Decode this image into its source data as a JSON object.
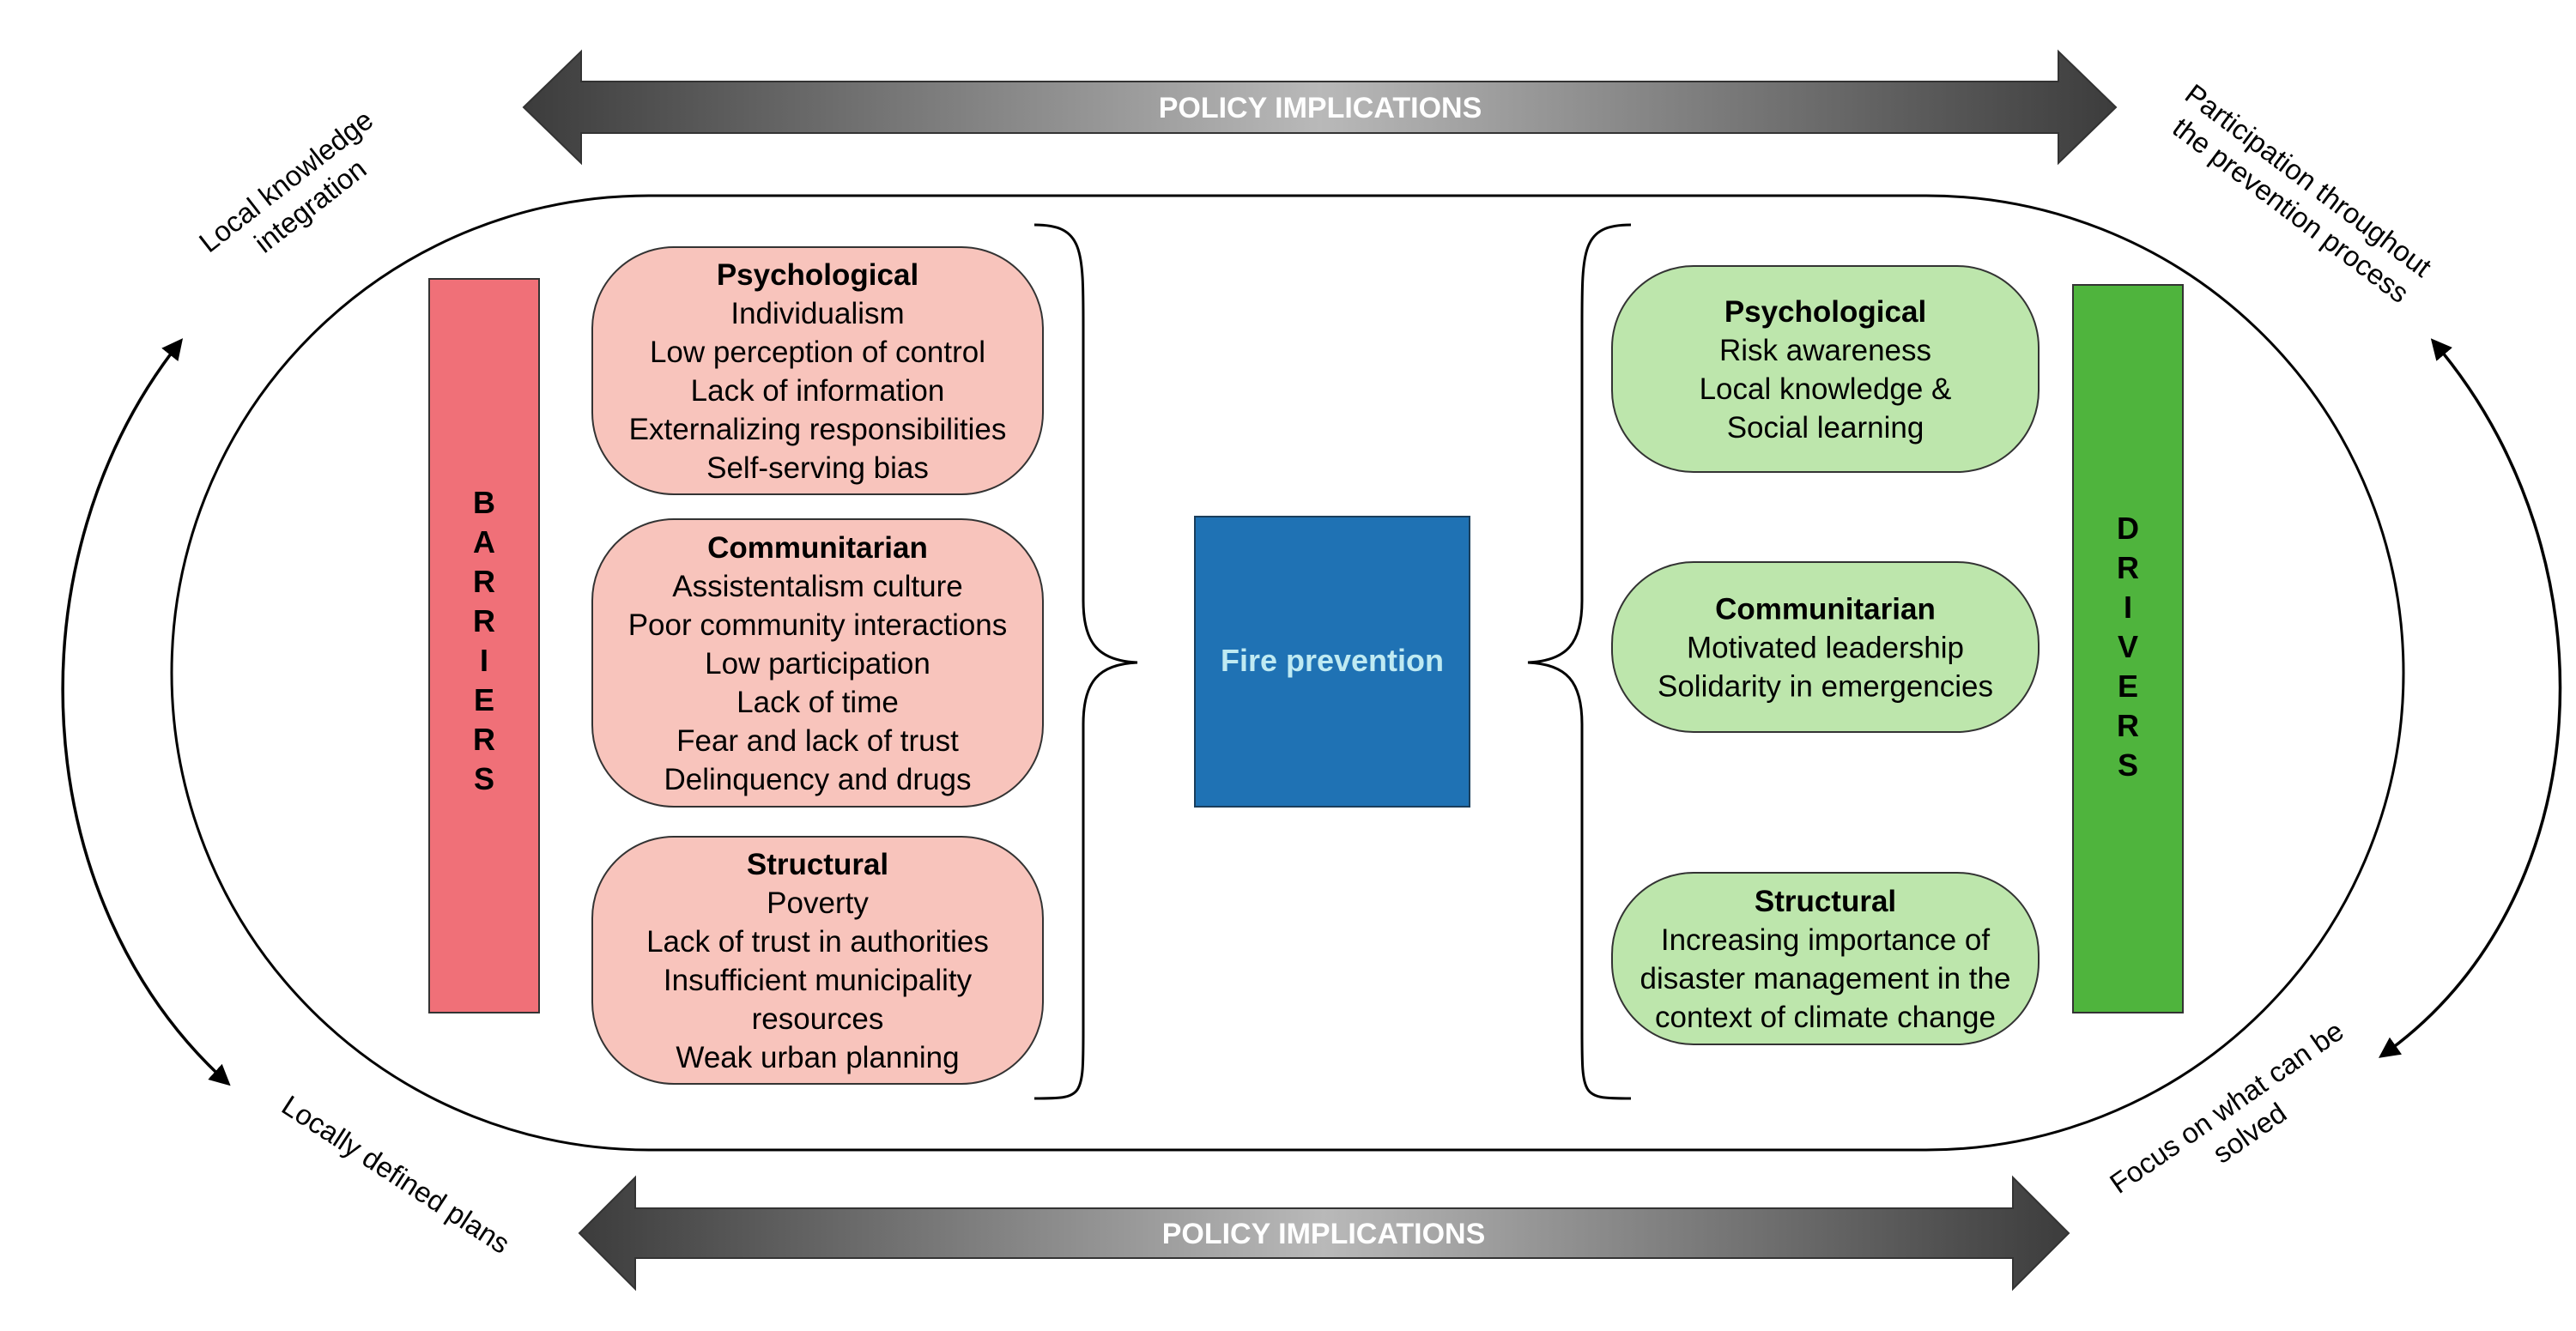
{
  "policy_top": "POLICY IMPLICATIONS",
  "policy_bottom": "POLICY IMPLICATIONS",
  "corner_labels": {
    "top_left": [
      "Local knowledge",
      "integration"
    ],
    "bottom_left": [
      "Locally defined plans"
    ],
    "top_right": [
      "Participation throughout",
      "the prevention process"
    ],
    "bottom_right": [
      "Focus on what can be",
      "solved"
    ]
  },
  "barriers_label": [
    "B",
    "A",
    "R",
    "R",
    "I",
    "E",
    "R",
    "S"
  ],
  "drivers_label": [
    "D",
    "R",
    "I",
    "V",
    "E",
    "R",
    "S"
  ],
  "center": "Fire prevention",
  "barriers": [
    {
      "title": "Psychological",
      "lines": [
        "Individualism",
        "Low perception of control",
        "Lack of information",
        "Externalizing responsibilities",
        "Self-serving bias"
      ]
    },
    {
      "title": "Communitarian",
      "lines": [
        "Assistentalism culture",
        "Poor community interactions",
        "Low participation",
        "Lack of time",
        "Fear and lack of trust",
        "Delinquency and drugs"
      ]
    },
    {
      "title": "Structural",
      "lines": [
        "Poverty",
        "Lack of trust in authorities",
        "Insufficient municipality",
        "resources",
        "Weak urban planning"
      ]
    }
  ],
  "drivers": [
    {
      "title": "Psychological",
      "lines": [
        "Risk awareness",
        "Local knowledge &",
        "Social learning"
      ]
    },
    {
      "title": "Communitarian",
      "lines": [
        "Motivated leadership",
        "Solidarity in emergencies"
      ]
    },
    {
      "title": "Structural",
      "lines": [
        "Increasing importance of",
        "disaster management in the",
        "context of climate change"
      ]
    }
  ],
  "colors": {
    "barrier_bar": "#f07078",
    "barrier_box": "#f8c4bc",
    "driver_bar": "#4fb43d",
    "driver_box": "#bde6ac",
    "center_box": "#1f72b4"
  }
}
